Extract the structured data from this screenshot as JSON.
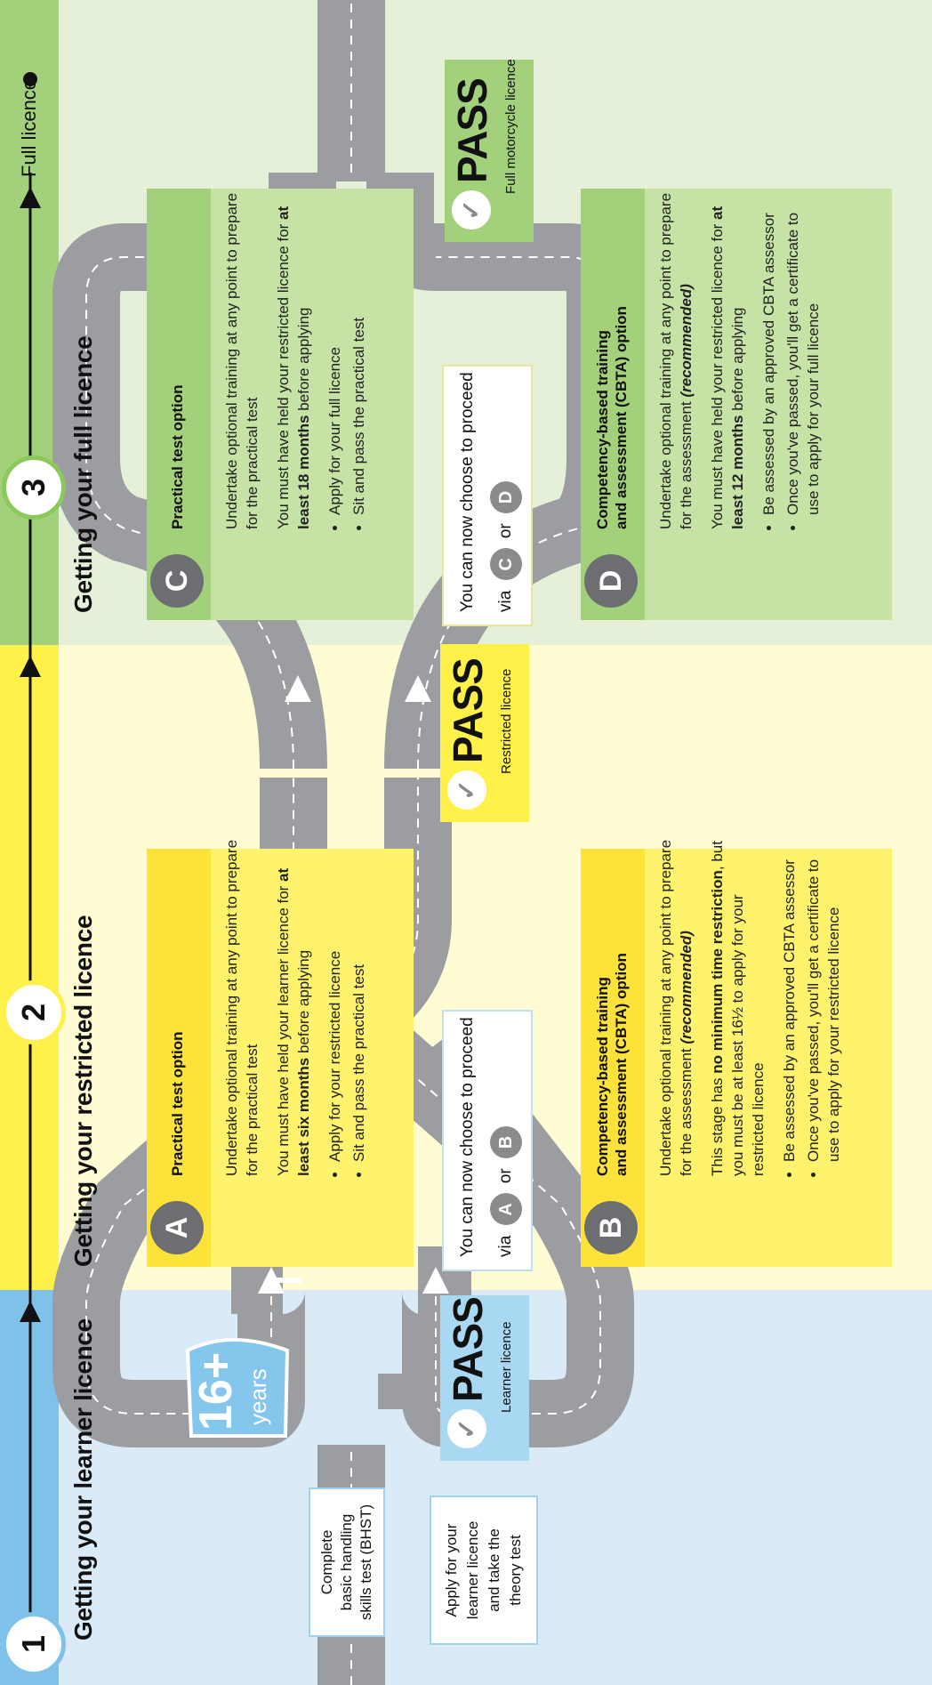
{
  "timeline": {
    "step1": "1",
    "step2": "2",
    "step3": "3",
    "end_label": "Full licence"
  },
  "stages": {
    "learner": {
      "title": "Getting your learner licence"
    },
    "restricted": {
      "title_prefix": "Getting your",
      "title_bold": "restricted licence"
    },
    "full": {
      "title_prefix": "Getting your",
      "title_bold": "full licence"
    }
  },
  "age_badge": {
    "value": "16+",
    "unit": "years"
  },
  "prereq_boxes": [
    {
      "lines": [
        "Complete",
        "basic handling",
        "skills test (BHST)"
      ]
    },
    {
      "lines": [
        "Apply for your",
        "learner licence",
        "and take the",
        "theory test"
      ]
    }
  ],
  "passes": [
    {
      "word": "PASS",
      "sub": "Learner licence"
    },
    {
      "word": "PASS",
      "sub": "Restricted licence"
    },
    {
      "word": "PASS",
      "sub": "Full motorcycle licence"
    }
  ],
  "choices": [
    {
      "line1": "You can now choose to proceed",
      "via": "via",
      "a": "A",
      "or": "or",
      "b": "B"
    },
    {
      "line1": "You can now choose to proceed",
      "via": "via",
      "a": "C",
      "or": "or",
      "b": "D"
    }
  ],
  "cards": {
    "A": {
      "letter": "A",
      "title": "Practical test option",
      "p1": "Undertake optional training at any point to prepare for the practical test",
      "p2_a": "You must have held your learner licence for ",
      "p2_b": "at least six months",
      "p2_c": " before applying",
      "bullets": [
        "Apply for your restricted licence",
        "Sit and pass the practical test"
      ]
    },
    "B": {
      "letter": "B",
      "title_l1": "Competency-based training",
      "title_l2": "and assessment (CBTA) option",
      "p1_a": "Undertake optional training at any point to prepare for the assessment ",
      "p1_b": "(recommended)",
      "p2_a": "This stage has ",
      "p2_b": "no minimum time restriction",
      "p2_c": ", but you must be at least 16½ to apply for your restricted licence",
      "bullets": [
        "Be assessed by an approved CBTA assessor",
        "Once you've passed, you'll get a certificate to use to apply for your restricted licence"
      ]
    },
    "C": {
      "letter": "C",
      "title": "Practical test option",
      "p1": "Undertake optional training at any point to prepare for the practical test",
      "p2_a": "You must have held your restricted licence for ",
      "p2_b": "at least 18 months",
      "p2_c": " before applying",
      "bullets": [
        "Apply for your full licence",
        "Sit and pass the practical test"
      ]
    },
    "D": {
      "letter": "D",
      "title_l1": "Competency-based training",
      "title_l2": "and assessment (CBTA) option",
      "p1_a": "Undertake optional training at any point to prepare for the assessment ",
      "p1_b": "(recommended)",
      "p2_a": "You must have held your restricted licence for ",
      "p2_b": "at least 12 months",
      "p2_c": " before applying",
      "bullets": [
        "Be assessed by an approved CBTA assessor",
        "Once you've passed, you'll get a certificate to use to apply for your full licence"
      ]
    }
  },
  "colors": {
    "learner_bg": "#dbeaf7",
    "learner_strip": "#7ec2ea",
    "restricted_bg": "#fffbd3",
    "restricted_strip": "#fff04a",
    "full_bg": "#e4f1d8",
    "full_strip": "#a3d07a",
    "road": "#9c9da1"
  }
}
